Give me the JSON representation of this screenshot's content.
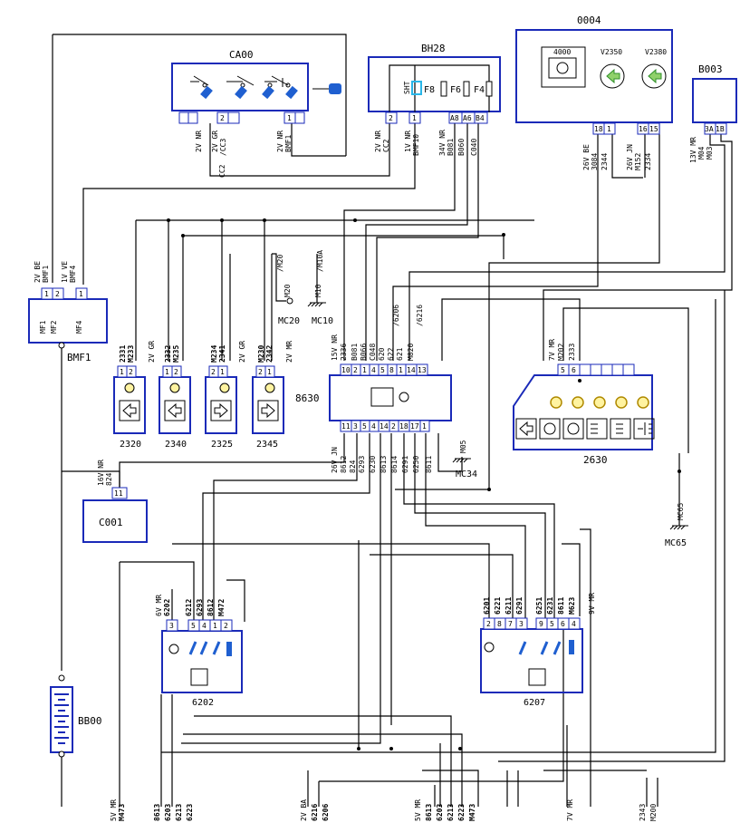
{
  "components": {
    "ca00": "CA00",
    "bh28": "BH28",
    "c0004": "0004",
    "b003": "B003",
    "bmf1": "BMF1",
    "c8630": "8630",
    "c2630": "2630",
    "c0001": "C001",
    "bb00": "BB00",
    "c6202": "6202",
    "c6207": "6207",
    "c2320": "2320",
    "c2340": "2340",
    "c2325": "2325",
    "c2345": "2345"
  },
  "grounds": {
    "mc20": "MC20",
    "mc10": "MC10",
    "mc34": "MC34",
    "mc65": "MC65",
    "m20": "M20",
    "m10": "M10",
    "m05": "M05",
    "mc65_wire": "MC65"
  },
  "fuses": {
    "f8": "F8",
    "f6": "F6",
    "f4": "F4",
    "sht": "SHT"
  },
  "gauge_labels": {
    "g4000": "4000",
    "v2350": "V2350",
    "v2380": "V2380"
  },
  "connectors": {
    "ca00_1": "2V NR",
    "ca00_2a": "2V GR",
    "ca00_2b": "/CC3",
    "ca00_3a": "2V NR",
    "ca00_3b": "BMF1",
    "bh28_1a": "2V NR",
    "bh28_1b": "CC2",
    "bh28_2a": "1V NR",
    "bh28_2b": "BMF10",
    "bh28_3a": "34V NR",
    "bh28_3b": "B081",
    "bh28_3c": "B060",
    "bh28_3d": "C040",
    "c0004_1a": "26V BE",
    "c0004_1b": "3084",
    "c0004_1c": "2344",
    "c0004_2a": "26V JN",
    "c0004_2b": "M152",
    "c0004_2c": "2334",
    "b003_a": "13V MR",
    "b003_b": "M04",
    "b003_c": "M03",
    "bmf1_a": "2V BE",
    "bmf1_b": "BMF1",
    "bmf1_c": "1V VE",
    "bmf1_d": "BMF4",
    "c8630_top": "15V NR",
    "c8630_bot": "26V JN",
    "c2630_a": "7V MR",
    "c0001_a": "16V NR",
    "c0001_b": "824",
    "c6202_a": "6V MR",
    "c6207_a": "9V MR",
    "cc2": "CC2",
    "cc2_b": "CC2"
  },
  "wires": {
    "w2331": "2331",
    "m233": "M233",
    "w2320gr": "2V GR",
    "w2332": "2332",
    "m235": "M235",
    "m234": "M234",
    "w2341": "2341",
    "w2325gr": "2V GR",
    "m230": "M230",
    "w2342": "2342",
    "w2345mr": "2V MR",
    "m20w": "/M20",
    "m10a": "/M10A",
    "w2336": "2336",
    "b081": "B081",
    "b066": "B066",
    "c048": "C048",
    "w620": "620",
    "w622": "622",
    "w621": "621",
    "m820": "M820",
    "w6206": "/6206",
    "w6216": "/6216",
    "m202": "M202",
    "w2333": "2333",
    "w8612": "8612",
    "w824": "824",
    "w6293": "6293",
    "w6230": "6230",
    "w8613": "8613",
    "w8614": "8614",
    "w6291": "6291",
    "w6250": "6250",
    "w8611": "8611",
    "w6202": "6202",
    "w6212": "6212",
    "w6293b": "6293",
    "w8612b": "8612",
    "m472": "M472",
    "w6201": "6201",
    "w6221": "6221",
    "w6211": "6211",
    "w6291b": "6291",
    "w6251": "6251",
    "w6231": "6231",
    "w8611b": "8611",
    "m623": "M623",
    "b_5vmr": "5V MR",
    "b_m473": "M473",
    "b_8613": "8613",
    "b_6203": "6203",
    "b_6213": "6213",
    "b_6223": "6223",
    "b_2vba": "2V BA",
    "b_6216": "6216",
    "b_6206": "6206",
    "b_5vmr2": "5V MR",
    "b_8613b": "8613",
    "b_6203b": "6203",
    "b_6213b": "6213",
    "b_6223b": "6223",
    "b_m473b": "M473",
    "b_7vmr": "7V MR",
    "b_2343": "2343",
    "b_m200": "M200"
  },
  "pins": {
    "ca00": [
      "2",
      "1"
    ],
    "bh28": [
      "2",
      "1",
      "A8",
      "A6",
      "B4"
    ],
    "c0004": [
      "18",
      "1",
      "16",
      "15"
    ],
    "b003": [
      "3A",
      "1B"
    ],
    "bmf1": [
      "1",
      "2",
      "1"
    ],
    "c2320": [
      "1",
      "2"
    ],
    "c2340": [
      "1",
      "2"
    ],
    "c2325": [
      "2",
      "1"
    ],
    "c2345": [
      "2",
      "1"
    ],
    "c8630_top": [
      "10",
      "2",
      "1",
      "4",
      "5",
      "8",
      "1",
      "14",
      "13"
    ],
    "c8630_bot": [
      "11",
      "3",
      "5",
      "4",
      "14",
      "2",
      "18",
      "17",
      "1"
    ],
    "c2630": [
      "5",
      "6"
    ],
    "c0001": [
      "11"
    ],
    "c6202": [
      "3",
      "5",
      "4",
      "1",
      "2"
    ],
    "c6207": [
      "2",
      "8",
      "7",
      "3",
      "9",
      "5",
      "6",
      "4"
    ]
  },
  "inner_labels": {
    "bmf1_mf1": "MF1",
    "bmf1_mf2": "MF2",
    "bmf1_mf4": "MF4"
  }
}
